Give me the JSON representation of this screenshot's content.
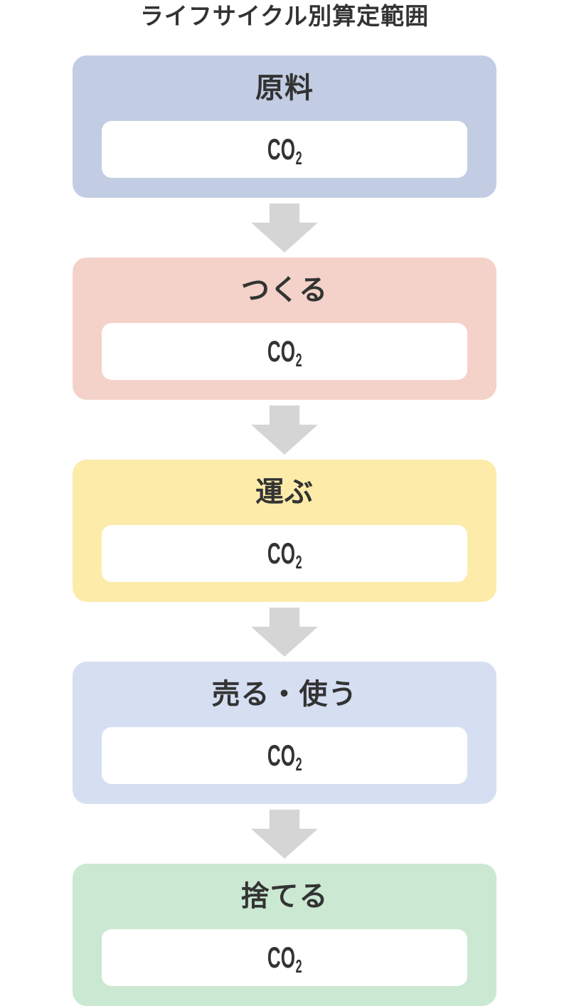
{
  "title": "ライフサイクル別算定範囲",
  "co2": {
    "main": "CO",
    "sub": "2"
  },
  "colors": {
    "text": "#333333",
    "arrow": "#d5d5d5",
    "inner_box": "#ffffff",
    "background": "#ffffff"
  },
  "stages": [
    {
      "id": "raw-material",
      "label": "原料",
      "color": "#c2cde4"
    },
    {
      "id": "make",
      "label": "つくる",
      "color": "#f4d2c9"
    },
    {
      "id": "transport",
      "label": "運ぶ",
      "color": "#fdebaa"
    },
    {
      "id": "sell-use",
      "label": "売る・使う",
      "color": "#d6dff2"
    },
    {
      "id": "dispose",
      "label": "捨てる",
      "color": "#cbe8d2"
    }
  ]
}
